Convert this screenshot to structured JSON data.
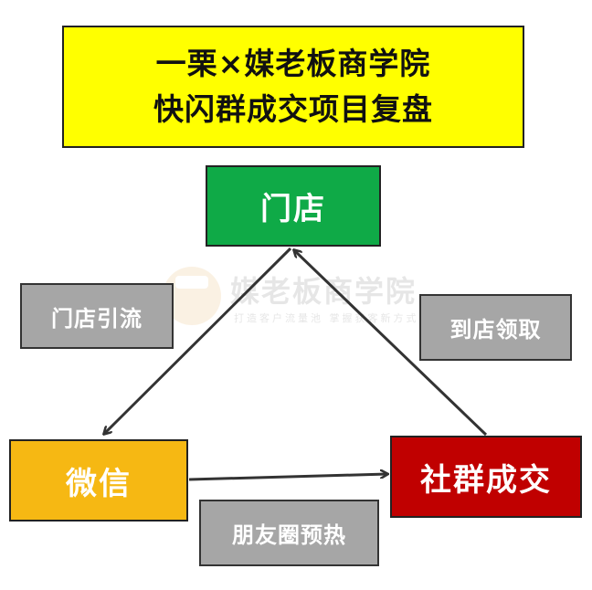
{
  "title": {
    "line1": "一栗×媒老板商学院",
    "line2": "快闪群成交项目复盘"
  },
  "nodes": {
    "store": "门店",
    "wechat": "微信",
    "community": "社群成交"
  },
  "edge_labels": {
    "store_to_wechat": "门店引流",
    "community_to_store": "到店领取",
    "wechat_to_community": "朋友圈预热"
  },
  "watermark": {
    "title": "媒老板商学院",
    "subtitle": "打造客户流量池 掌握获客新方式"
  },
  "colors": {
    "title_bg": "#ffff00",
    "store": "#0faa47",
    "wechat": "#f6b813",
    "community": "#c00000",
    "edge_label_bg": "#a6a6a6",
    "arrow": "#333333"
  }
}
